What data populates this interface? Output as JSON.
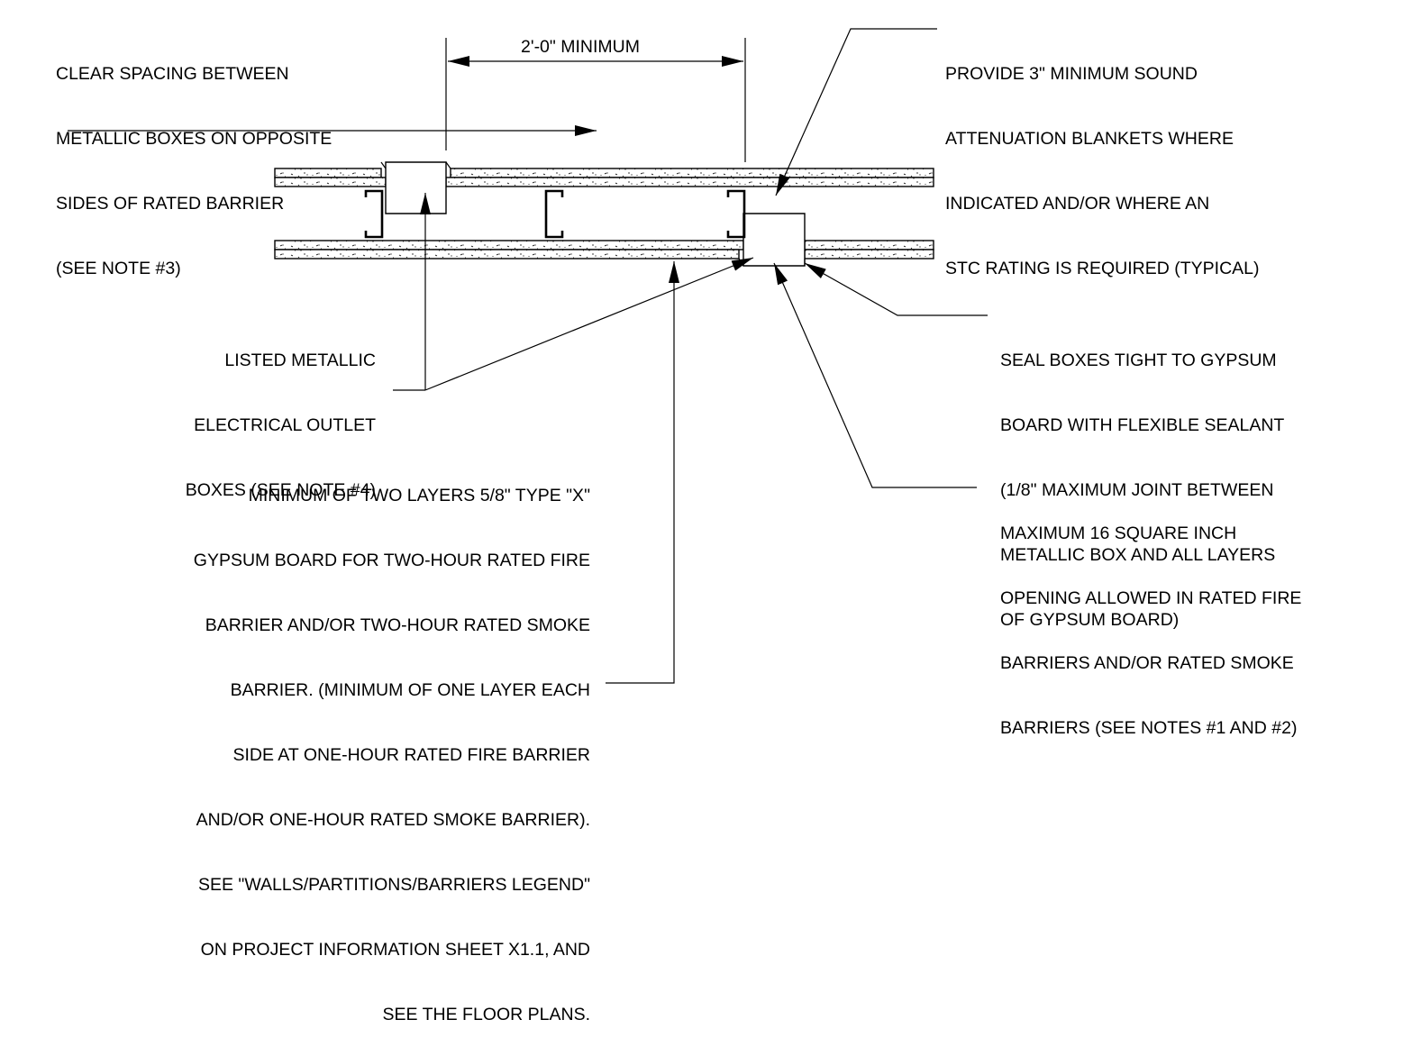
{
  "dimension": {
    "label": "2'-0\" MINIMUM"
  },
  "notes": {
    "clear_spacing": [
      "CLEAR SPACING BETWEEN",
      "METALLIC BOXES ON OPPOSITE",
      "SIDES OF RATED BARRIER",
      "(SEE NOTE #3)"
    ],
    "sound_blankets": [
      "PROVIDE 3\" MINIMUM SOUND",
      "ATTENUATION BLANKETS WHERE",
      "INDICATED AND/OR WHERE AN",
      "STC RATING IS REQUIRED (TYPICAL)"
    ],
    "outlet_boxes": [
      "LISTED METALLIC",
      "ELECTRICAL OUTLET",
      "BOXES (SEE NOTE #4)"
    ],
    "seal_boxes": [
      "SEAL BOXES TIGHT TO GYPSUM",
      "BOARD WITH FLEXIBLE SEALANT",
      "(1/8\" MAXIMUM JOINT BETWEEN",
      "METALLIC BOX AND ALL LAYERS",
      "OF GYPSUM BOARD)"
    ],
    "gypsum_layers": [
      "MINIMUM OF TWO LAYERS 5/8\" TYPE \"X\"",
      "GYPSUM BOARD FOR TWO-HOUR RATED FIRE",
      "BARRIER AND/OR TWO-HOUR RATED SMOKE",
      "BARRIER. (MINIMUM OF ONE LAYER EACH",
      "SIDE AT ONE-HOUR RATED FIRE BARRIER",
      "AND/OR ONE-HOUR RATED SMOKE BARRIER).",
      "SEE \"WALLS/PARTITIONS/BARRIERS LEGEND\"",
      "ON PROJECT INFORMATION SHEET X1.1, AND",
      "SEE THE FLOOR PLANS."
    ],
    "max_opening": [
      "MAXIMUM 16 SQUARE INCH",
      "OPENING ALLOWED IN RATED FIRE",
      "BARRIERS AND/OR RATED SMOKE",
      "BARRIERS (SEE NOTES #1 AND #2)"
    ]
  }
}
